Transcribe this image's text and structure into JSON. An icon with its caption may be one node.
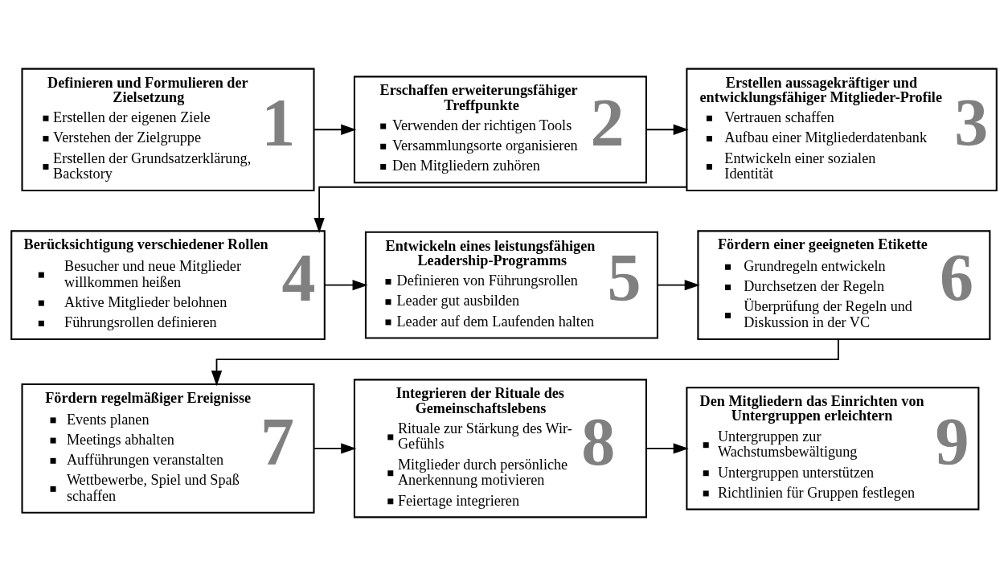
{
  "diagram": {
    "nodes": [
      {
        "text": [
          "Definieren und Formulieren der Zielsetzung",
          "Erstellen der eigenen Ziele",
          "Verstehen der Zielgruppe",
          "Erstellen der Grundsatzerklärung, Backstory",
          "1"
        ]
      },
      {
        "text": [
          "Erschaffen erweiterungsfähiger Treffpunkte",
          "Verwenden der richtigen Tools",
          "Versammlungsorte organisieren",
          "Den Mitgliedern zuhören",
          "2"
        ]
      },
      {
        "text": [
          "Erstellen aussagekräftiger und entwicklungsfähiger Mitglieder-Profile",
          "Vertrauen schaffen",
          "Aufbau einer Mitgliederdatenbank",
          "Entwickeln einer sozialen Identität",
          "3"
        ]
      },
      {
        "text": [
          "Berücksichtigung verschiedener Rollen",
          "Besucher und neue Mitglieder willkommen heißen",
          "Aktive Mitglieder belohnen",
          "Führungsrollen definieren",
          "4"
        ]
      },
      {
        "text": [
          "Entwickeln eines leistungsfähigen Leadership-Programms",
          "Definieren von Führungsrollen",
          "Leader gut ausbilden",
          "Leader auf dem Laufenden halten",
          "5"
        ]
      },
      {
        "text": [
          "Fördern einer geeigneten Etikette",
          "Grundregeln entwickeln",
          "Durchsetzen der Regeln",
          "Überprüfung der Regeln und Diskussion in der VC",
          "6"
        ]
      },
      {
        "text": [
          "Fördern regelmäßiger Ereignisse",
          "Events planen",
          "Meetings abhalten",
          "Aufführungen veranstalten",
          "Wettbewerbe, Spiel und Spaß schaffen",
          "7"
        ]
      },
      {
        "text": [
          "Integrieren der Rituale des Gemeinschaftslebens",
          "Rituale zur Stärkung des Wir-Gefühls",
          "Mitglieder durch persönliche Anerkennung motivieren",
          "Feiertage integrieren",
          "8"
        ]
      },
      {
        "text": [
          "Den Mitgliedern das Einrichten von Untergruppen erleichtern",
          "Untergruppen zur Wachstumsbewältigung",
          "Untergruppen unterstützen",
          "Richtlinien für Gruppen festlegen",
          "9"
        ]
      }
    ],
    "edges": [
      {
        "from": 0,
        "to": 1,
        "arrow": "to"
      },
      {
        "from": 1,
        "to": 2,
        "arrow": "to"
      },
      {
        "from": 2,
        "to": 3,
        "arrow": "to"
      },
      {
        "from": 3,
        "to": 4,
        "arrow": "to"
      },
      {
        "from": 4,
        "to": 5,
        "arrow": "to"
      },
      {
        "from": 5,
        "to": 6,
        "arrow": "to"
      },
      {
        "from": 6,
        "to": 7,
        "arrow": "to"
      },
      {
        "from": 7,
        "to": 8,
        "arrow": "to"
      }
    ]
  }
}
